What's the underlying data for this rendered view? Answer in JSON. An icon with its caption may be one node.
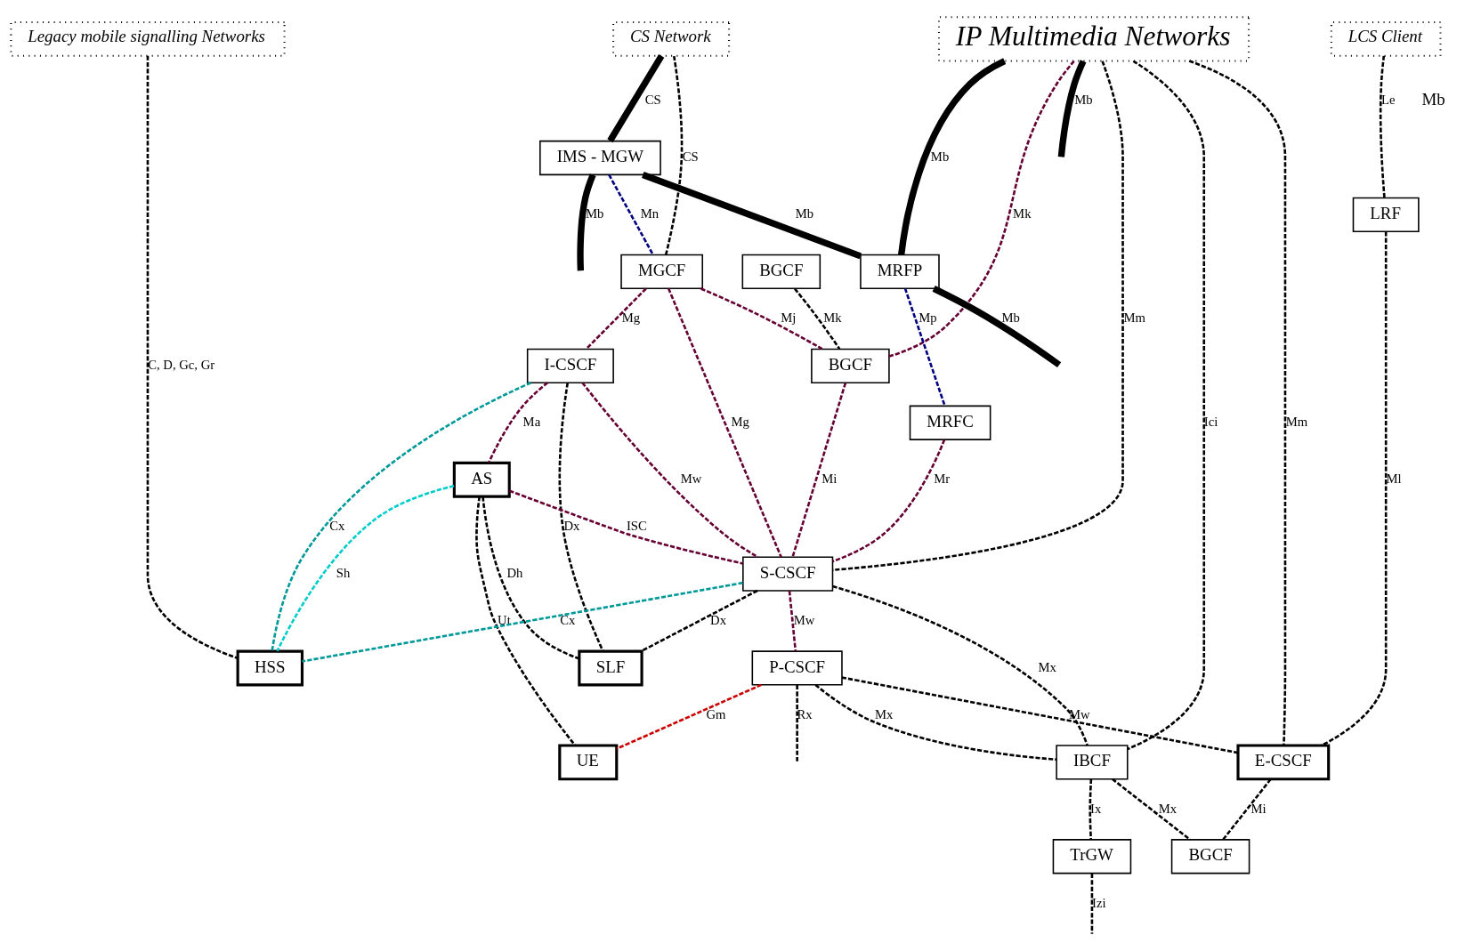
{
  "diagram": {
    "nodes": [
      {
        "text": [
          "IP Multimedia Networks"
        ]
      },
      {
        "text": [
          "CS Network"
        ]
      },
      {
        "text": [
          "Legacy mobile signalling Networks"
        ]
      },
      {
        "text": [
          "LCS Client"
        ]
      },
      {
        "text": [
          "BGCF"
        ]
      },
      {
        "text": [
          "I-CSCF"
        ]
      },
      {
        "text": [
          "AS"
        ]
      },
      {
        "text": [
          "LRF"
        ]
      },
      {
        "text": [
          "BGCF"
        ]
      },
      {
        "text": [
          "HSS"
        ]
      },
      {
        "text": [
          "IMS - MGW"
        ]
      },
      {
        "text": [
          "MGCF"
        ]
      },
      {
        "text": [
          "S-CSCF"
        ]
      },
      {
        "text": [
          "SLF"
        ]
      },
      {
        "text": [
          "E-CSCF"
        ]
      },
      {
        "text": [
          "MRFP"
        ]
      },
      {
        "text": [
          "MRFC"
        ]
      },
      {
        "text": [
          "P-CSCF"
        ]
      },
      {
        "text": [
          "IBCF"
        ]
      },
      {
        "text": [
          "BGCF"
        ]
      },
      {
        "text": [
          "TrGW"
        ]
      },
      {
        "text": [
          "UE"
        ]
      }
    ],
    "edges": [
      {
        "from": 0,
        "to": null,
        "arrow": "none",
        "style": "thick",
        "label": "Mb"
      },
      {
        "from": 0,
        "to": 15,
        "arrow": "none",
        "style": "thick",
        "label": "Mb"
      },
      {
        "from": 15,
        "to": null,
        "arrow": "none",
        "style": "thick",
        "label": "Mb"
      },
      {
        "from": 1,
        "to": 10,
        "arrow": "none",
        "style": "thick",
        "label": "CS"
      },
      {
        "from": 10,
        "to": 15,
        "arrow": "none",
        "style": "thick",
        "label": "Mb"
      },
      {
        "from": 10,
        "to": null,
        "arrow": "none",
        "style": "thick",
        "label": "Mb"
      },
      {
        "from": 1,
        "to": 11,
        "arrow": "none",
        "style": "dashed",
        "label": "CS"
      },
      {
        "from": 4,
        "to": 8,
        "arrow": "none",
        "style": "dashed",
        "label": "Mk"
      },
      {
        "from": 0,
        "to": 8,
        "arrow": "none",
        "style": "dashed",
        "color": "#660033",
        "label": "Mk"
      },
      {
        "from": 11,
        "to": 5,
        "arrow": "none",
        "style": "dashed",
        "color": "#660033",
        "label": "Mg"
      },
      {
        "from": 11,
        "to": 8,
        "arrow": "none",
        "style": "dashed",
        "color": "#660033",
        "label": "Mj"
      },
      {
        "from": 0,
        "to": 18,
        "arrow": "none",
        "style": "dashed",
        "label": "Ici"
      },
      {
        "from": 0,
        "to": 12,
        "arrow": "none",
        "style": "dashed",
        "label": "Mm"
      },
      {
        "from": 5,
        "to": 6,
        "arrow": "none",
        "style": "dashed",
        "color": "#660033",
        "label": "Ma"
      },
      {
        "from": 2,
        "to": 9,
        "arrow": "none",
        "style": "dashed",
        "label": "C, D, Gc, Gr"
      },
      {
        "from": 6,
        "to": 9,
        "arrow": "none",
        "style": "dashed",
        "color": "#00cccc",
        "label": "Sh"
      },
      {
        "from": 5,
        "to": 9,
        "arrow": "none",
        "style": "dashed",
        "color": "#009999",
        "label": "Cx"
      },
      {
        "from": 5,
        "to": 13,
        "arrow": "none",
        "style": "dashed",
        "label": "Dx"
      },
      {
        "from": 12,
        "to": 9,
        "arrow": "none",
        "style": "dashed",
        "color": "#009999",
        "label": "Cx"
      },
      {
        "from": 12,
        "to": 13,
        "arrow": "none",
        "style": "dashed",
        "label": "Dx"
      },
      {
        "from": 6,
        "to": 13,
        "arrow": "none",
        "style": "dashed",
        "label": "Dh"
      },
      {
        "from": 6,
        "to": 12,
        "arrow": "none",
        "style": "dashed",
        "color": "#660033",
        "label": "ISC"
      },
      {
        "from": 6,
        "to": 21,
        "arrow": "none",
        "style": "dashed",
        "label": "Ut"
      },
      {
        "from": 5,
        "to": 12,
        "arrow": "none",
        "style": "dashed",
        "color": "#660033",
        "label": "Mw"
      },
      {
        "from": 8,
        "to": 12,
        "arrow": "none",
        "style": "dashed",
        "color": "#660033",
        "label": "Mi"
      },
      {
        "from": 11,
        "to": 12,
        "arrow": "none",
        "style": "dashed",
        "color": "#660033",
        "label": "Mg"
      },
      {
        "from": 16,
        "to": 12,
        "arrow": "none",
        "style": "dashed",
        "color": "#660033",
        "label": "Mr"
      },
      {
        "from": 12,
        "to": 17,
        "arrow": "none",
        "style": "dashed",
        "color": "#660033",
        "label": "Mw"
      },
      {
        "from": 12,
        "to": 18,
        "arrow": "none",
        "style": "dashed",
        "label": "Mx"
      },
      {
        "from": 17,
        "to": 18,
        "arrow": "none",
        "style": "dashed",
        "label": "Mx"
      },
      {
        "from": 17,
        "to": 14,
        "arrow": "none",
        "style": "dashed",
        "label": "Mw"
      },
      {
        "from": 0,
        "to": 14,
        "arrow": "none",
        "style": "dashed",
        "label": "Mm"
      },
      {
        "from": 3,
        "to": 7,
        "arrow": "none",
        "style": "dashed",
        "label": "Le"
      },
      {
        "from": 7,
        "to": 14,
        "arrow": "none",
        "style": "dashed",
        "label": "Ml"
      },
      {
        "from": 14,
        "to": 19,
        "arrow": "none",
        "style": "dashed",
        "label": "Mi"
      },
      {
        "from": 18,
        "to": 19,
        "arrow": "none",
        "style": "dashed",
        "label": "Mx"
      },
      {
        "from": 18,
        "to": 20,
        "arrow": "none",
        "style": "dashed",
        "label": "Ix"
      },
      {
        "from": 20,
        "to": null,
        "arrow": "none",
        "style": "dashed",
        "label": "Izi"
      },
      {
        "from": 17,
        "to": null,
        "arrow": "none",
        "style": "dashed",
        "label": "Rx"
      },
      {
        "from": 17,
        "to": 21,
        "arrow": "none",
        "style": "dashed",
        "color": "#cc0000",
        "label": "Gm"
      },
      {
        "from": 10,
        "to": 11,
        "arrow": "none",
        "style": "dashed",
        "color": "#000080",
        "label": "Mn"
      },
      {
        "from": 15,
        "to": 16,
        "arrow": "none",
        "style": "dashed",
        "color": "#000080",
        "label": "Mp"
      }
    ],
    "labels": [
      "Mb"
    ]
  }
}
